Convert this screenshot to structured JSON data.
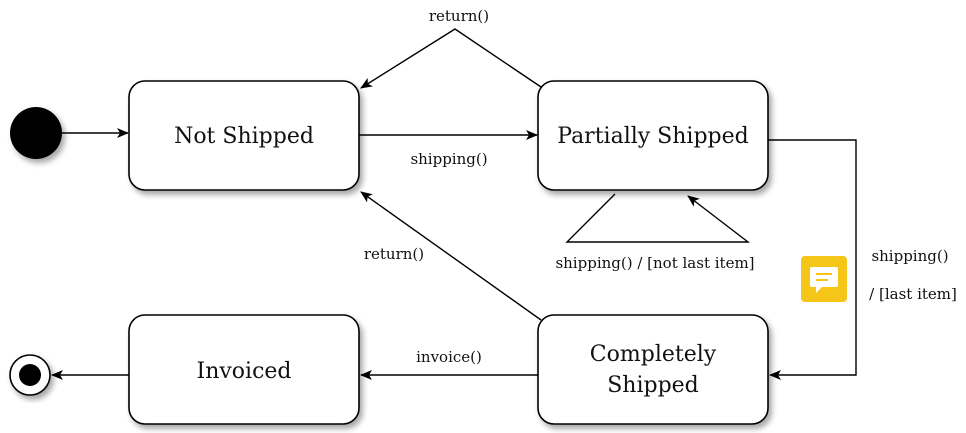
{
  "states": {
    "not_shipped": "Not Shipped",
    "partially_shipped": "Partially Shipped",
    "completely_shipped_line1": "Completely",
    "completely_shipped_line2": "Shipped",
    "invoiced": "Invoiced"
  },
  "transitions": {
    "return_top": "return()",
    "shipping_main": "shipping()",
    "shipping_self": "shipping() / [not last item]",
    "shipping_last_1": "shipping()",
    "shipping_last_2": "/ [last item]",
    "return_back": "return()",
    "invoice": "invoice()"
  },
  "colors": {
    "note_icon": "#F5C518",
    "initial_node": "#000000"
  },
  "icons": {
    "note": "comment-note-icon"
  }
}
